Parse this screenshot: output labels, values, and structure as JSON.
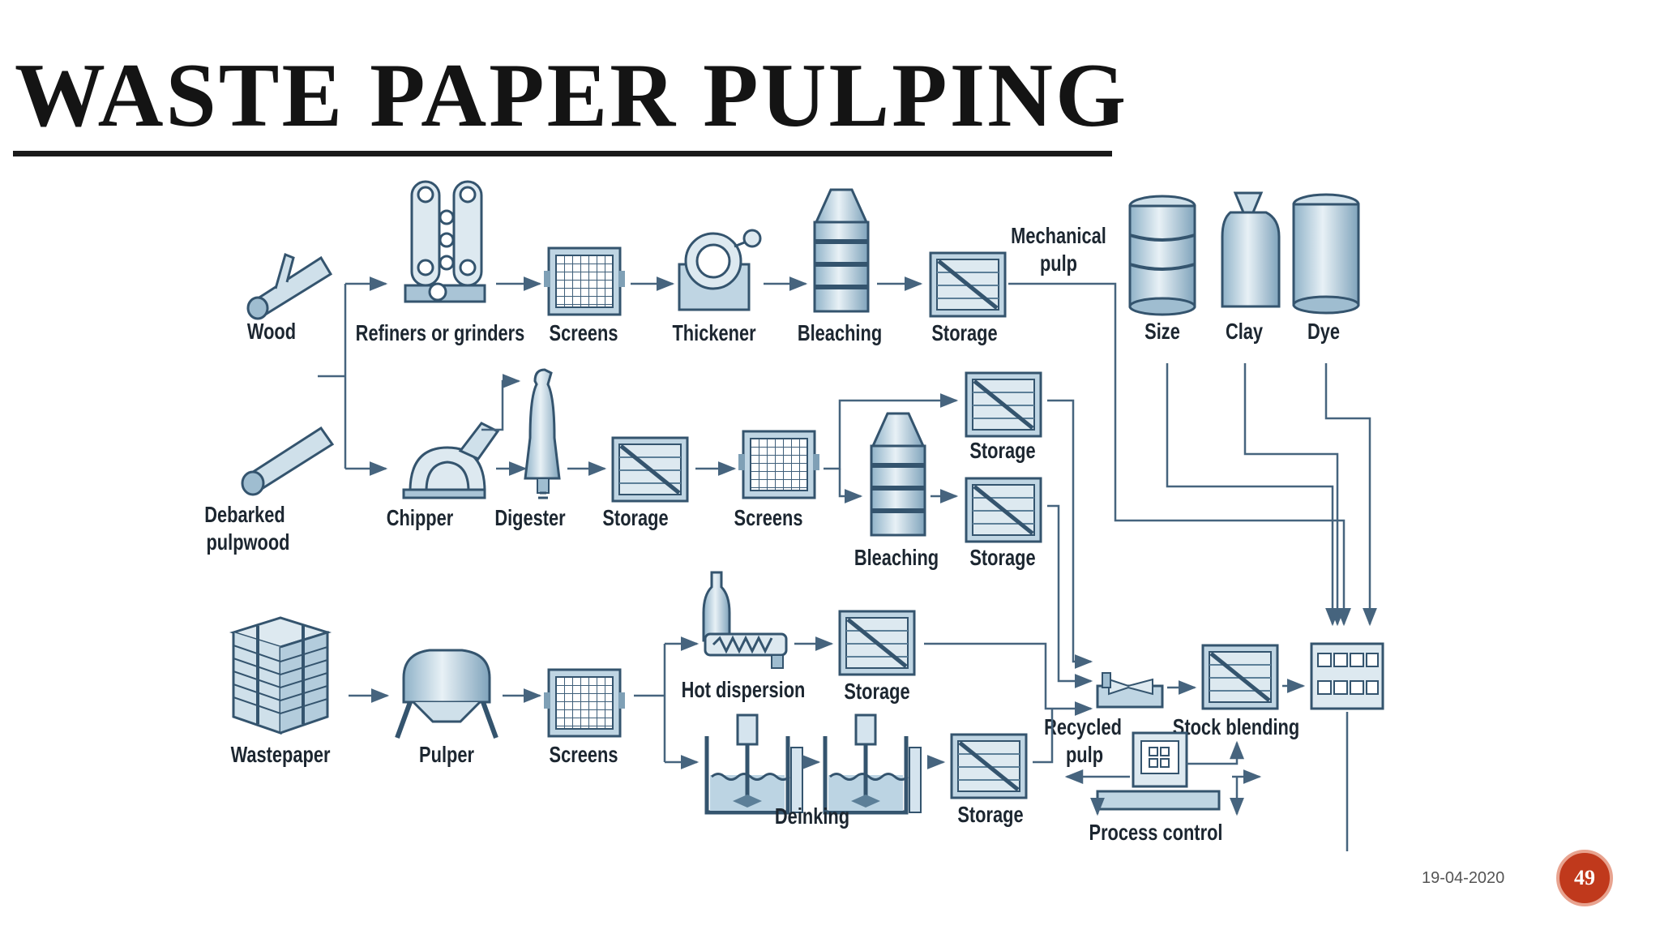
{
  "slide": {
    "title": "WASTE PAPER PULPING",
    "date": "19-04-2020",
    "page_number": "49"
  },
  "diagram": {
    "row1": {
      "wood": "Wood",
      "refiners": "Refiners or grinders",
      "screens": "Screens",
      "thickener": "Thickener",
      "bleaching": "Bleaching",
      "storage": "Storage",
      "mechanical_pulp_1": "Mechanical",
      "mechanical_pulp_2": "pulp"
    },
    "additives": {
      "size": "Size",
      "clay": "Clay",
      "dye": "Dye"
    },
    "row2": {
      "debarked_1": "Debarked",
      "debarked_2": "pulpwood",
      "chipper": "Chipper",
      "digester": "Digester",
      "storage": "Storage",
      "screens": "Screens",
      "bleaching": "Bleaching",
      "storage_upper": "Storage",
      "storage_lower": "Storage"
    },
    "row3": {
      "wastepaper": "Wastepaper",
      "pulper": "Pulper",
      "screens": "Screens",
      "hot_dispersion": "Hot dispersion",
      "storage_upper": "Storage",
      "deinking": "Deinking",
      "storage_lower": "Storage",
      "recycled_pulp_1": "Recycled",
      "recycled_pulp_2": "pulp",
      "stock_blending": "Stock blending",
      "process_control": "Process control"
    }
  }
}
